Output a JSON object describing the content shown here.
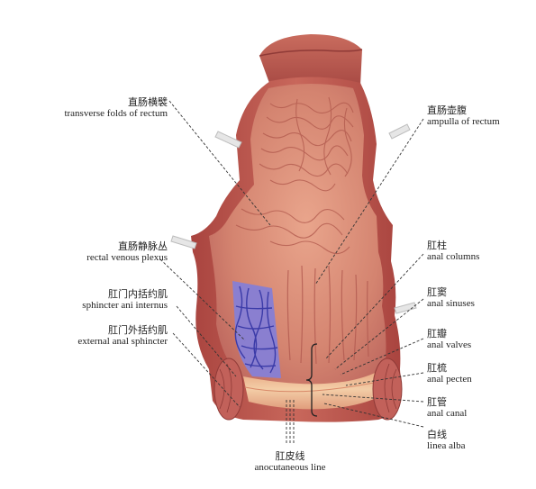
{
  "labels": {
    "transverse_folds": {
      "zh": "直肠横襞",
      "en": "transverse folds of rectum"
    },
    "ampulla": {
      "zh": "直肠壶腹",
      "en": "ampulla of rectum"
    },
    "venous_plexus": {
      "zh": "直肠静脉丛",
      "en": "rectal venous plexus"
    },
    "sphincter_internus": {
      "zh": "肛门内括约肌",
      "en": "sphincter ani internus"
    },
    "external_sphincter": {
      "zh": "肛门外括约肌",
      "en": "external anal sphincter"
    },
    "anal_columns": {
      "zh": "肛柱",
      "en": "anal columns"
    },
    "anal_sinuses": {
      "zh": "肛窦",
      "en": "anal sinuses"
    },
    "anal_valves": {
      "zh": "肛瓣",
      "en": "anal valves"
    },
    "anal_pecten": {
      "zh": "肛梳",
      "en": "anal pecten"
    },
    "anal_canal": {
      "zh": "肛管",
      "en": "anal canal"
    },
    "linea_alba": {
      "zh": "白线",
      "en": "linea alba"
    },
    "anocutaneous_line": {
      "zh": "肛皮线",
      "en": "anocutaneous line"
    }
  },
  "colors": {
    "outer_wall": "#b8544f",
    "inner_mucosa": "#d98a74",
    "fold_line": "#b0584c",
    "pecten": "#f0c49a",
    "vein_fill": "#8a7fd0",
    "vein_line": "#3b3ba8",
    "leader": "#333333"
  }
}
